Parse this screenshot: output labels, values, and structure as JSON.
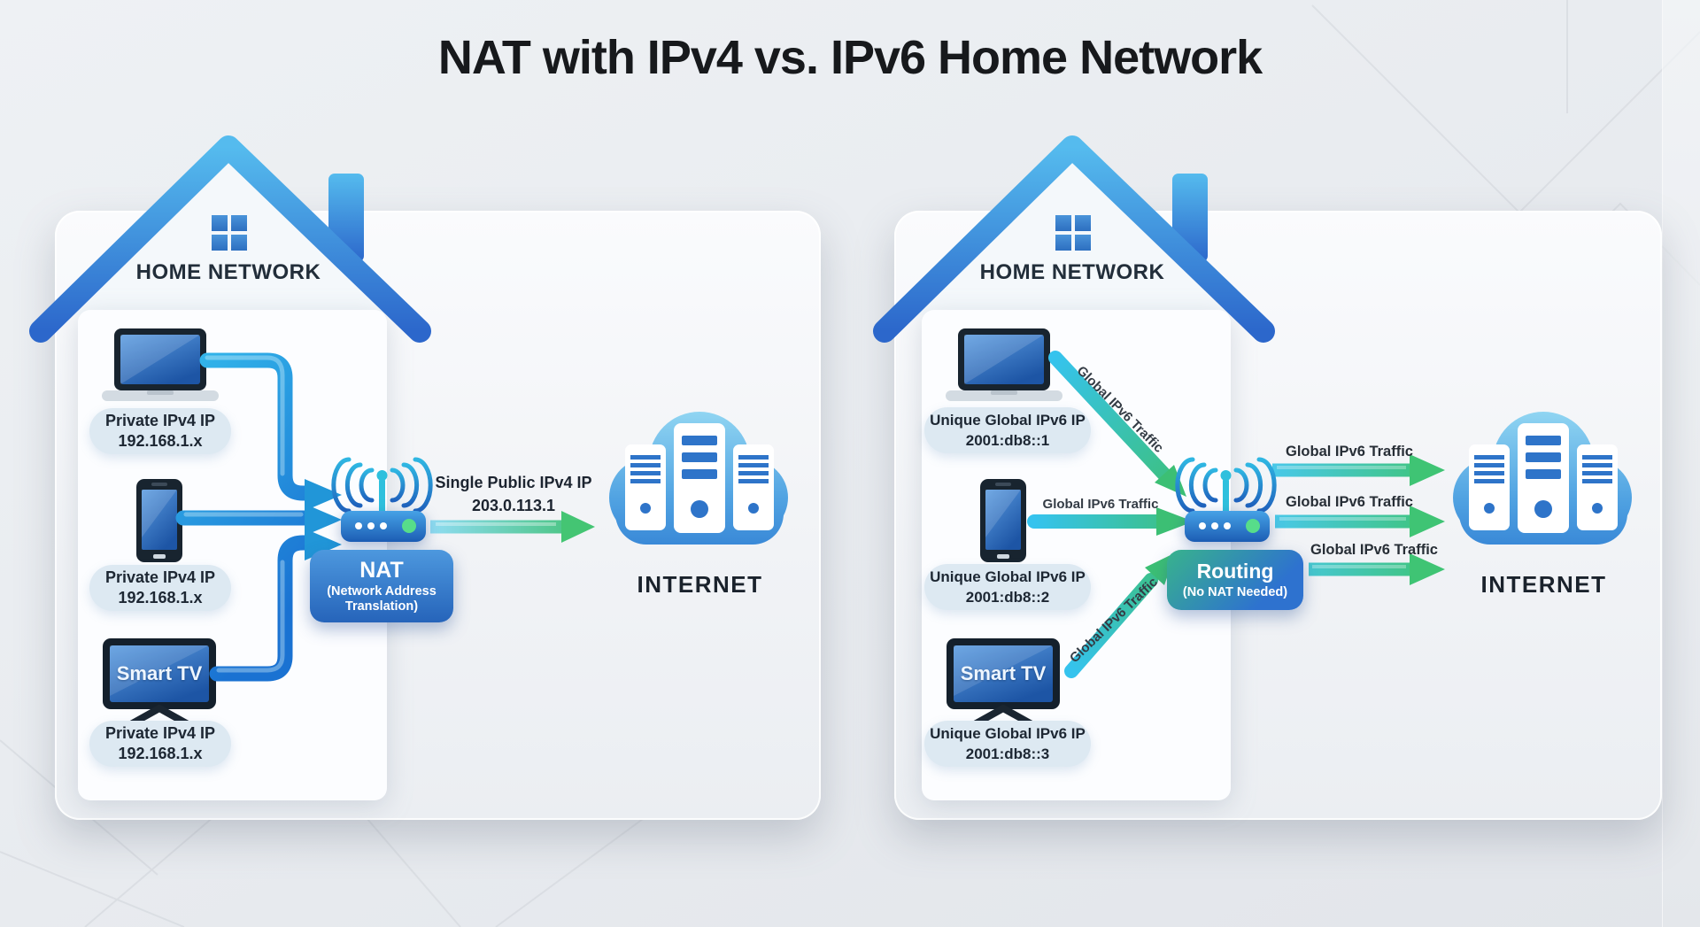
{
  "title": "NAT with IPv4 vs. IPv6 Home Network",
  "left": {
    "home_label": "HOME NETWORK",
    "devices": [
      {
        "name": "laptop",
        "label_line1": "Private IPv4 IP",
        "label_line2": "192.168.1.x"
      },
      {
        "name": "smartphone",
        "label_line1": "Private IPv4 IP",
        "label_line2": "192.168.1.x"
      },
      {
        "name": "smart-tv",
        "screen_text": "Smart TV",
        "label_line1": "Private IPv4 IP",
        "label_line2": "192.168.1.x"
      }
    ],
    "nat_box": {
      "title": "NAT",
      "subtitle": "(Network Address Translation)"
    },
    "wan_label": {
      "line1": "Single Public IPv4 IP",
      "line2": "203.0.113.1"
    },
    "internet_label": "INTERNET"
  },
  "right": {
    "home_label": "HOME NETWORK",
    "devices": [
      {
        "name": "laptop",
        "label_line1": "Unique Global IPv6 IP",
        "label_line2": "2001:db8::1",
        "traffic_label": "Global IPv6 Traffic"
      },
      {
        "name": "smartphone",
        "label_line1": "Unique Global IPv6 IP",
        "label_line2": "2001:db8::2",
        "traffic_label": "Global IPv6 Traffic"
      },
      {
        "name": "smart-tv",
        "screen_text": "Smart TV",
        "label_line1": "Unique Global IPv6 IP",
        "label_line2": "2001:db8::3",
        "traffic_label": "Global IPv6 Traffic"
      }
    ],
    "routing_box": {
      "title": "Routing",
      "subtitle": "(No NAT Needed)"
    },
    "wan_traffic_labels": [
      "Global IPv6 Traffic",
      "Global IPv6 Traffic",
      "Global IPv6 Traffic"
    ],
    "internet_label": "INTERNET"
  },
  "colors": {
    "roof_blue_top": "#52b9ec",
    "roof_blue_bottom": "#2c67cb",
    "pipe_cyan": "#38c6f0",
    "pipe_blue": "#1a72d2",
    "arrow_green": "#3fc171",
    "router_blue": "#2f7fd4",
    "router_led_green": "#57dd8a",
    "cloud_blue_top": "#8ed4f2",
    "cloud_blue_bottom": "#2e7cd2",
    "label_pill_bg": "#dde9f2",
    "title_text": "#17191c"
  }
}
